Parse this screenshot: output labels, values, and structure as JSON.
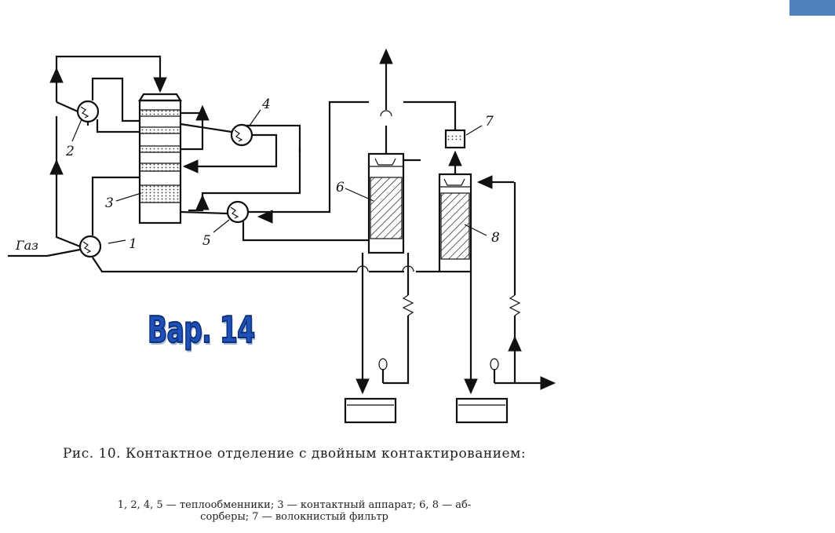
{
  "diagram": {
    "gas_label": "Газ",
    "callouts": {
      "n1": "1",
      "n2": "2",
      "n3": "3",
      "n4": "4",
      "n5": "5",
      "n6": "6",
      "n7": "7",
      "n8": "8"
    }
  },
  "overlay": {
    "variant": "Вар. 14"
  },
  "caption": {
    "figure": "Рис. 10. Контактное отделение с двойным контактированием:",
    "legend_line1": "1, 2, 4, 5 — теплообменники; 3 — контактный аппарат; 6, 8 — аб-",
    "legend_line2": "сорберы; 7 — волокнистый фильтр"
  },
  "colors": {
    "accent": "#4f81bd",
    "overlay_text": "#1f52b8"
  }
}
